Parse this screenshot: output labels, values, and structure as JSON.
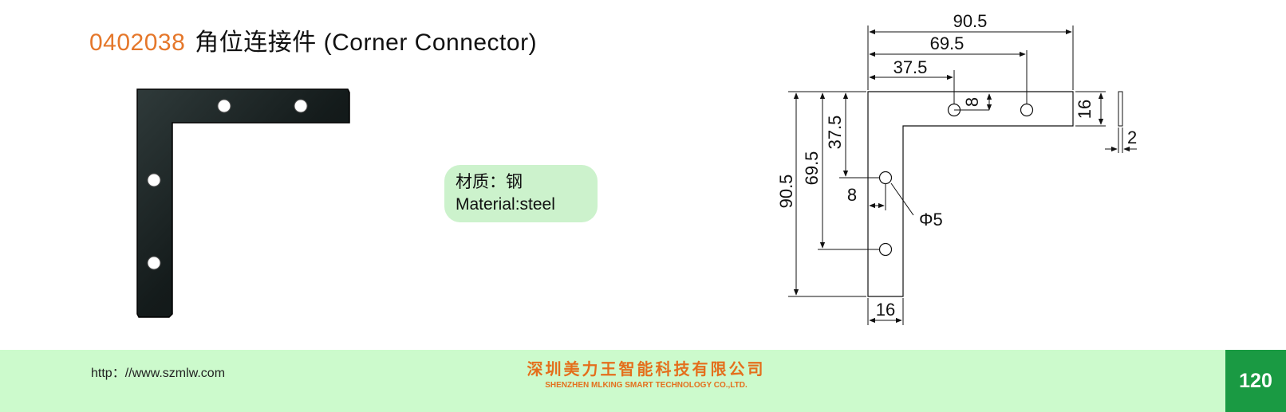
{
  "header": {
    "part_number": "0402038",
    "part_name": "角位连接件 (Corner Connector)"
  },
  "material": {
    "line_cn": "材质：钢",
    "line_en": "Material:steel"
  },
  "drawing": {
    "dim_total_top": "90.5",
    "dim_second_hole_top": "69.5",
    "dim_first_hole_top": "37.5",
    "dim_hole_offset_top": "8",
    "dim_width_right": "16",
    "dim_thickness": "2",
    "dim_total_left": "90.5",
    "dim_second_hole_left": "69.5",
    "dim_first_hole_left": "37.5",
    "dim_hole_offset_left": "8",
    "dim_hole_diameter": "Φ5",
    "dim_width_bottom": "16"
  },
  "footer": {
    "url": "http：//www.szmlw.com",
    "company_cn": "深圳美力王智能科技有限公司",
    "company_en": "SHENZHEN MLKING SMART TECHNOLOGY CO.,LTD.",
    "page_number": "120"
  }
}
